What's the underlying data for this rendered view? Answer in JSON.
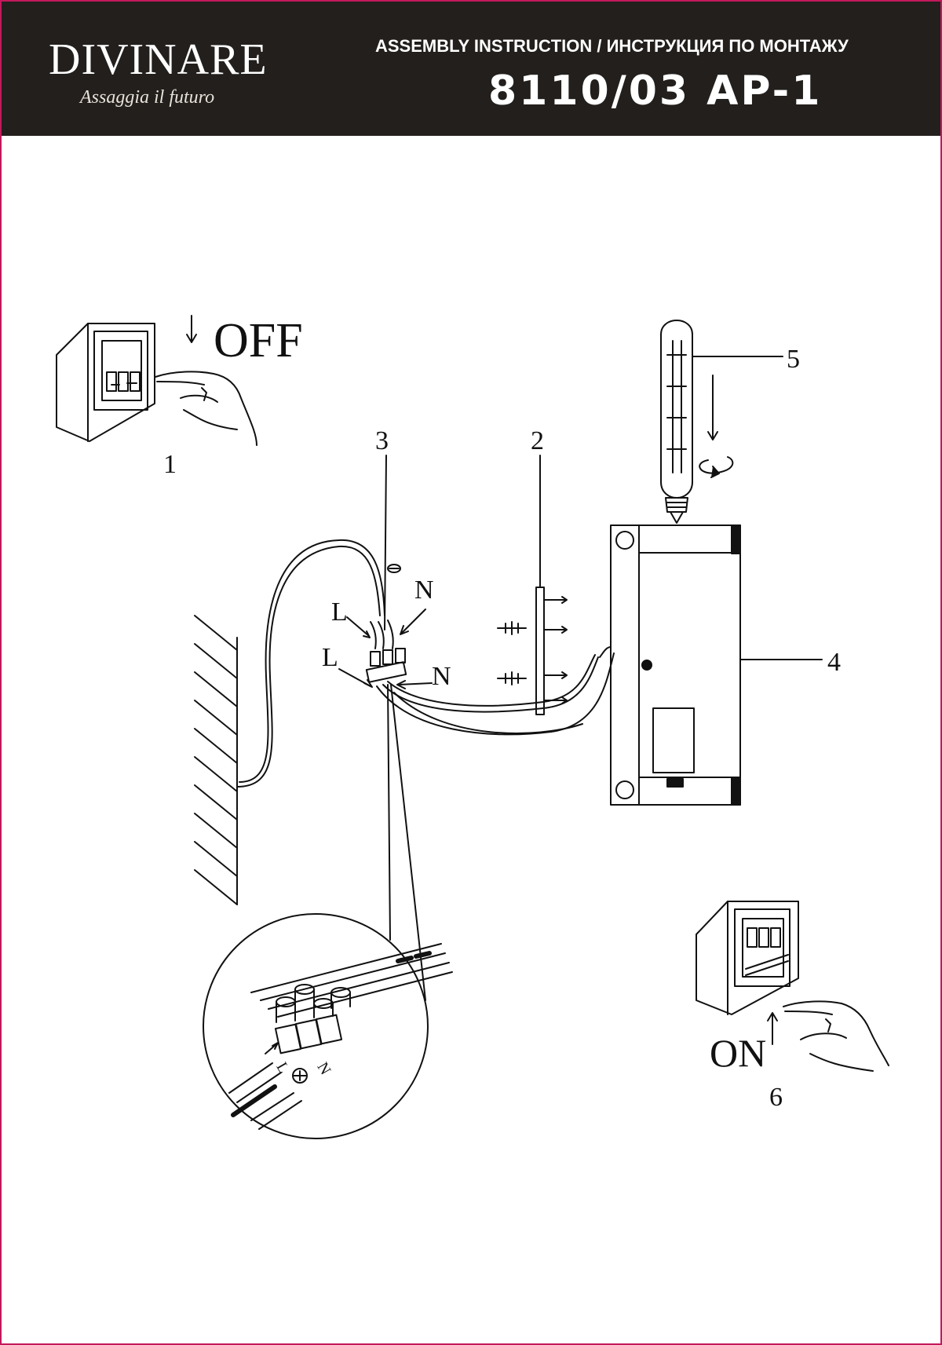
{
  "header": {
    "brand": "DIVINARE",
    "tagline": "Assaggia il futuro",
    "title": "ASSEMBLY INSTRUCTION / ИНСТРУКЦИЯ ПО МОНТАЖУ",
    "model": "8110/03 AP-1"
  },
  "steps": {
    "off_text": "OFF",
    "on_text": "ON",
    "n1": "1",
    "n2": "2",
    "n3": "3",
    "n4": "4",
    "n5": "5",
    "n6": "6"
  },
  "wiring": {
    "L": "L",
    "N": "N",
    "detail_L": "L",
    "detail_N": "N"
  },
  "colors": {
    "header_bg": "#221f1d",
    "border": "#c2185b",
    "line": "#111111"
  }
}
